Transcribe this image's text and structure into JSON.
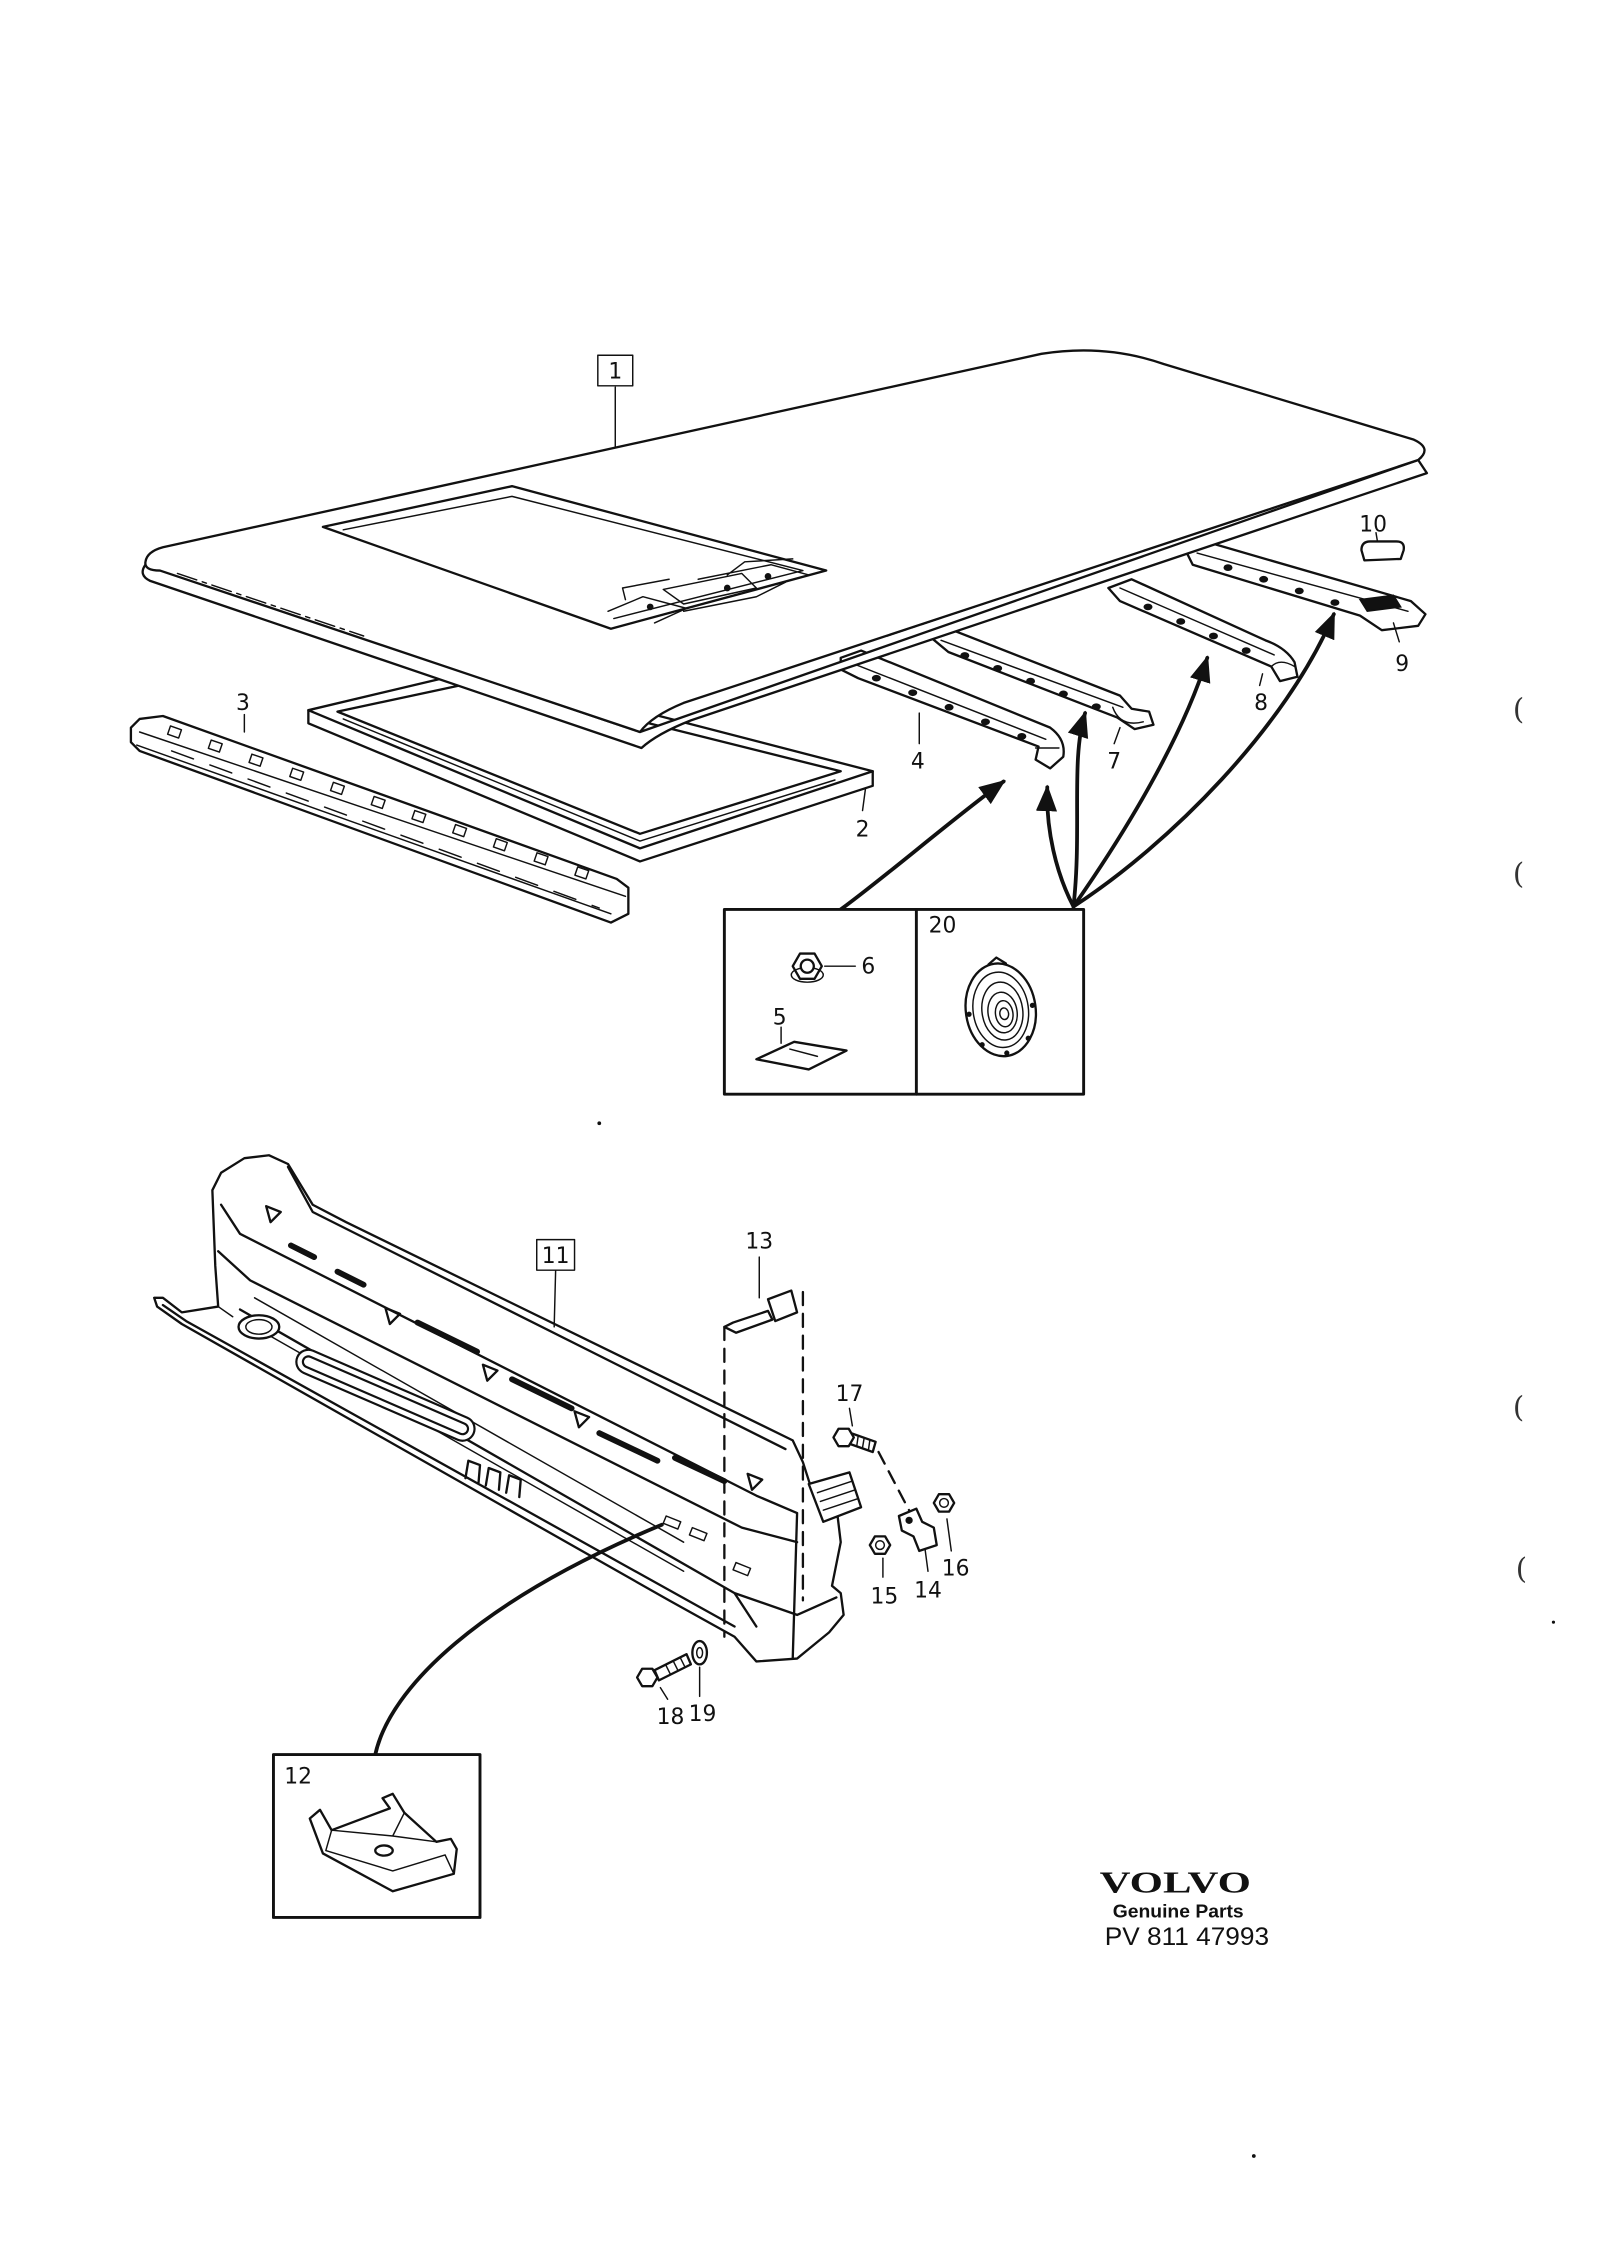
{
  "callouts": {
    "c1": "1",
    "c2": "2",
    "c3": "3",
    "c4": "4",
    "c5": "5",
    "c6": "6",
    "c7": "7",
    "c8": "8",
    "c9": "9",
    "c10": "10",
    "c11": "11",
    "c12": "12",
    "c13": "13",
    "c14": "14",
    "c15": "15",
    "c16": "16",
    "c17": "17",
    "c18": "18",
    "c19": "19",
    "c20": "20"
  },
  "brand": {
    "logo": "VOLVO",
    "tagline": "Genuine Parts",
    "code": "PV 811 47993"
  },
  "margin_marks": [
    "(",
    "(",
    "(",
    "("
  ]
}
